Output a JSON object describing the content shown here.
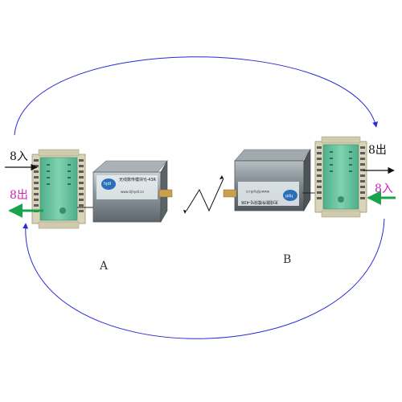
{
  "colors": {
    "loop": "#2a2ad6",
    "pink": "#d21fb4",
    "green": "#1aa34a",
    "module_green": "#6cc6a0",
    "module_frame": "#d9d4b8",
    "modem_body": "#7f8a92"
  },
  "station_a": {
    "label": "A",
    "input_label": "8入",
    "output_label": "8出",
    "modem_title": "无线数传模块YJ-43R",
    "modem_url": "www.hjhydl.cn",
    "logo": "hjdl"
  },
  "station_b": {
    "label": "B",
    "output_label": "8出",
    "input_label": "8入",
    "modem_title": "无线数传模块YJ-43R",
    "modem_url": "www.hjhydl.cn",
    "logo": "hjdl"
  },
  "icons": {
    "wireless": "zigzag-lightning-icon"
  }
}
